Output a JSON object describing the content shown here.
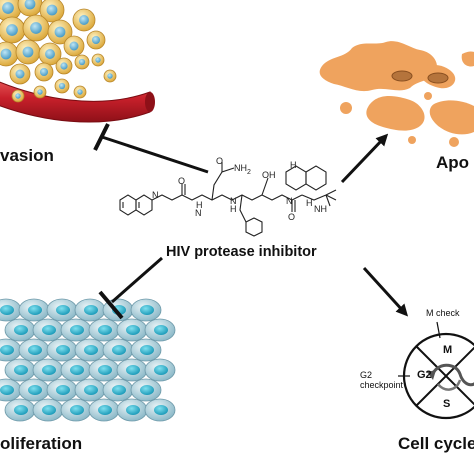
{
  "labels": {
    "invasion": "vasion",
    "apoptosis": "Apo",
    "center": "HIV protease inhibitor",
    "proliferation": "oliferation",
    "cell_cycle": "Cell cycle"
  },
  "cycle": {
    "m_checkpoint": "M check",
    "m_phase": "M",
    "g2_phase": "G2",
    "s_phase": "S",
    "g2_checkpoint": "G2\ncheckpoint"
  },
  "molecule": {
    "nh2": "NH",
    "nh2_sub": "2",
    "oh": "OH",
    "h": "H",
    "n": "N",
    "o": "O",
    "nh": "NH"
  },
  "colors": {
    "tumor_cell": "#e8b84a",
    "tumor_nucleus": "#6fb7d8",
    "vessel": "#c8202b",
    "apoptotic": "#eda05a",
    "prolif_cell": "#8cbccb",
    "prolif_nucleus": "#2aa5c0",
    "line": "#111111"
  }
}
